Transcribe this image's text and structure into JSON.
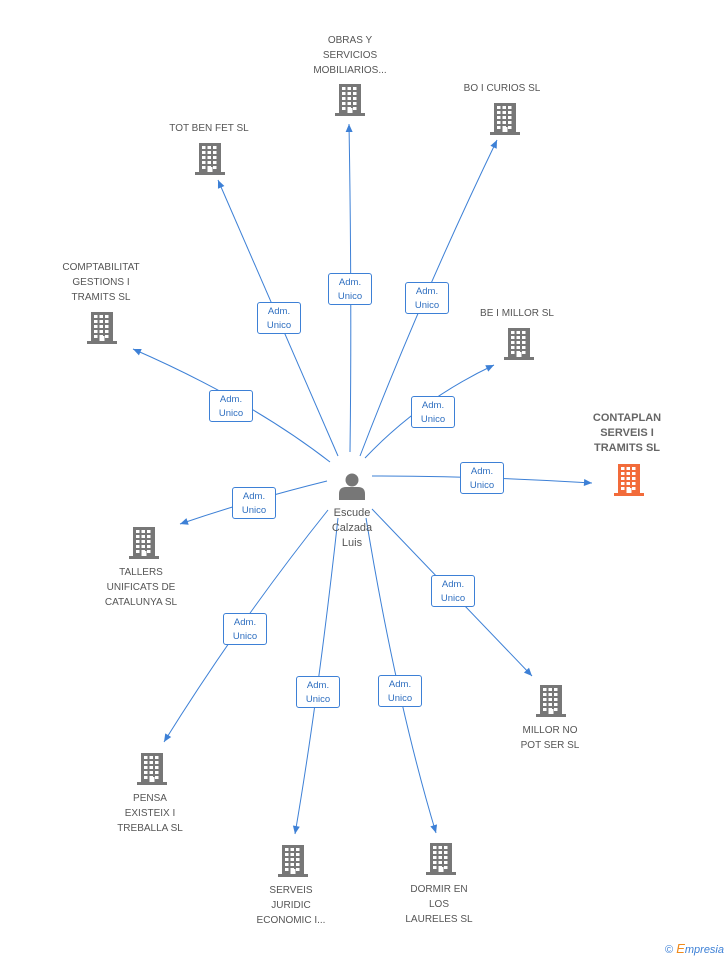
{
  "center": {
    "label_lines": [
      "Escude",
      "Calzada",
      "Luis"
    ],
    "icon": "person-icon"
  },
  "companies": [
    {
      "id": "obras",
      "lines": [
        "OBRAS Y",
        "SERVICIOS",
        "MOBILIARIOS..."
      ],
      "highlight": false,
      "relation": [
        "Adm.",
        "Unico"
      ]
    },
    {
      "id": "boi",
      "lines": [
        "BO I CURIOS  SL"
      ],
      "highlight": false,
      "relation": [
        "Adm.",
        "Unico"
      ]
    },
    {
      "id": "totben",
      "lines": [
        "TOT BEN FET  SL"
      ],
      "highlight": false,
      "relation": [
        "Adm.",
        "Unico"
      ]
    },
    {
      "id": "comptab",
      "lines": [
        "COMPTABILITAT",
        "GESTIONS I",
        "TRAMITS SL"
      ],
      "highlight": false,
      "relation": [
        "Adm.",
        "Unico"
      ]
    },
    {
      "id": "beimillor",
      "lines": [
        "BE I MILLOR  SL"
      ],
      "highlight": false,
      "relation": [
        "Adm.",
        "Unico"
      ]
    },
    {
      "id": "contaplan",
      "lines": [
        "CONTAPLAN",
        "SERVEIS I",
        "TRAMITS SL"
      ],
      "highlight": true,
      "relation": [
        "Adm.",
        "Unico"
      ]
    },
    {
      "id": "tallers",
      "lines": [
        "TALLERS",
        "UNIFICATS DE",
        "CATALUNYA SL"
      ],
      "highlight": false,
      "relation": [
        "Adm.",
        "Unico"
      ]
    },
    {
      "id": "millor",
      "lines": [
        "MILLOR NO",
        "POT SER  SL"
      ],
      "highlight": false,
      "relation": [
        "Adm.",
        "Unico"
      ]
    },
    {
      "id": "pensa",
      "lines": [
        "PENSA",
        "EXISTEIX I",
        "TREBALLA  SL"
      ],
      "highlight": false,
      "relation": [
        "Adm.",
        "Unico"
      ]
    },
    {
      "id": "serveis",
      "lines": [
        "SERVEIS",
        "JURIDIC",
        "ECONOMIC I..."
      ],
      "highlight": false,
      "relation": [
        "Adm.",
        "Unico"
      ]
    },
    {
      "id": "dormir",
      "lines": [
        "DORMIR EN",
        "LOS",
        "LAURELES  SL"
      ],
      "highlight": false,
      "relation": [
        "Adm.",
        "Unico"
      ]
    }
  ],
  "colors": {
    "edge": "#3d80d6",
    "building": "#777777",
    "building_highlight": "#f26b3a",
    "person": "#777777"
  },
  "footer": {
    "copyright": "©",
    "brand_first": "E",
    "brand_rest": "mpresia"
  }
}
